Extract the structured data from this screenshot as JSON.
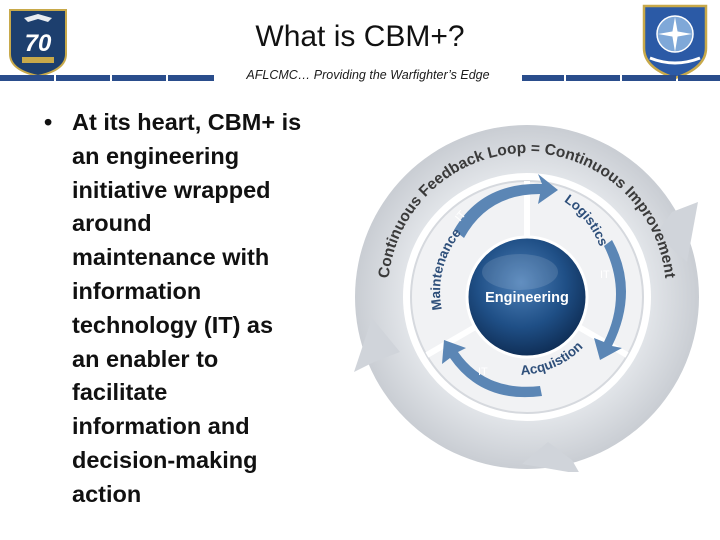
{
  "slide": {
    "title": "What is CBM+?",
    "subtitle": "AFLCMC… Providing the Warfighter’s Edge",
    "logo_left_text": "70",
    "bullet": {
      "marker": "•",
      "lines": [
        "At its heart, CBM+ is",
        "an engineering",
        "initiative wrapped",
        "around",
        "maintenance with",
        "information",
        "technology (IT) as",
        "an enabler to",
        "facilitate",
        "information and",
        "decision-making",
        "action"
      ]
    },
    "diagram": {
      "outer_ring_text": "Continuous Feedback Loop = Continuous Improvement",
      "center_label": "Engineering",
      "segments": [
        "Logistics",
        "Maintenance",
        "Acquistion"
      ],
      "it_labels": [
        "IT",
        "IT",
        "IT"
      ]
    }
  },
  "colors": {
    "rule_bar": "#2a4d8c",
    "center_globe": "#1f4f86",
    "ring_arrow": "#d8dbe0",
    "inner_segment": "#ececec",
    "it_arrow": "#5b86b5"
  },
  "icons": [
    "air-force-70th-anniversary-logo",
    "aflcmc-emblem"
  ]
}
